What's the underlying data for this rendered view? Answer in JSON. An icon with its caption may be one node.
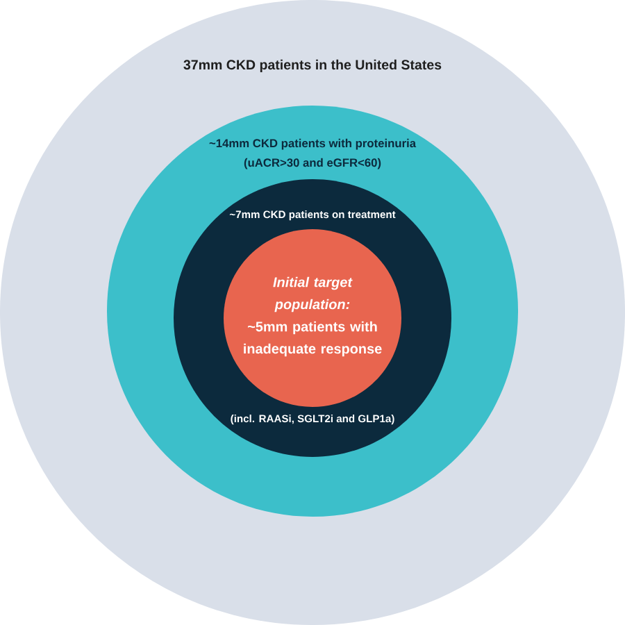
{
  "diagram": {
    "nodes": [
      {
        "text": [
          "37mm CKD patients in the United States"
        ]
      },
      {
        "text": [
          "~14mm CKD patients with proteinuria",
          "(uACR>30 and eGFR<60)"
        ],
        "in": 0
      },
      {
        "text": [
          "~7mm CKD patients on treatment",
          "(incl. RAASi, SGLT2i and GLP1a)"
        ],
        "in": 1
      },
      {
        "text": [
          "Initial target population:",
          "~5mm patients with inadequate response"
        ],
        "in": 2
      }
    ]
  }
}
